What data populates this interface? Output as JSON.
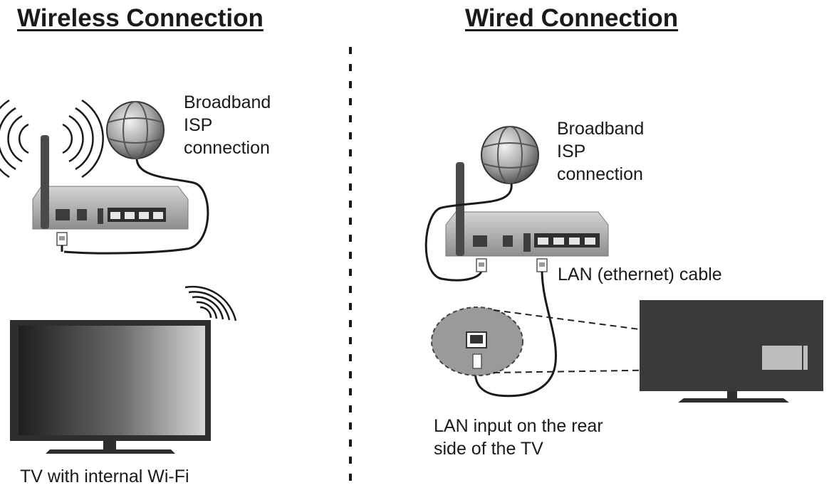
{
  "wireless": {
    "heading": "Wireless Connection",
    "isp_label": [
      "Broadband",
      "ISP",
      "connection"
    ],
    "tv_label": "TV with internal Wi-Fi"
  },
  "wired": {
    "heading": "Wired Connection",
    "isp_label": [
      "Broadband",
      "ISP",
      "connection"
    ],
    "cable_label": "LAN (ethernet) cable",
    "lan_input_label": [
      "LAN input on the rear",
      "side of the TV"
    ]
  },
  "icons": [
    "wifi-waves-icon",
    "globe-icon",
    "router-icon",
    "ethernet-plug-icon",
    "tv-icon",
    "lan-port-icon"
  ],
  "colors": {
    "ink": "#1a1a1a",
    "device_gray": "#9a9a9a",
    "port_gray": "#5a5a5a",
    "tv_dark": "#2e2e2e"
  }
}
